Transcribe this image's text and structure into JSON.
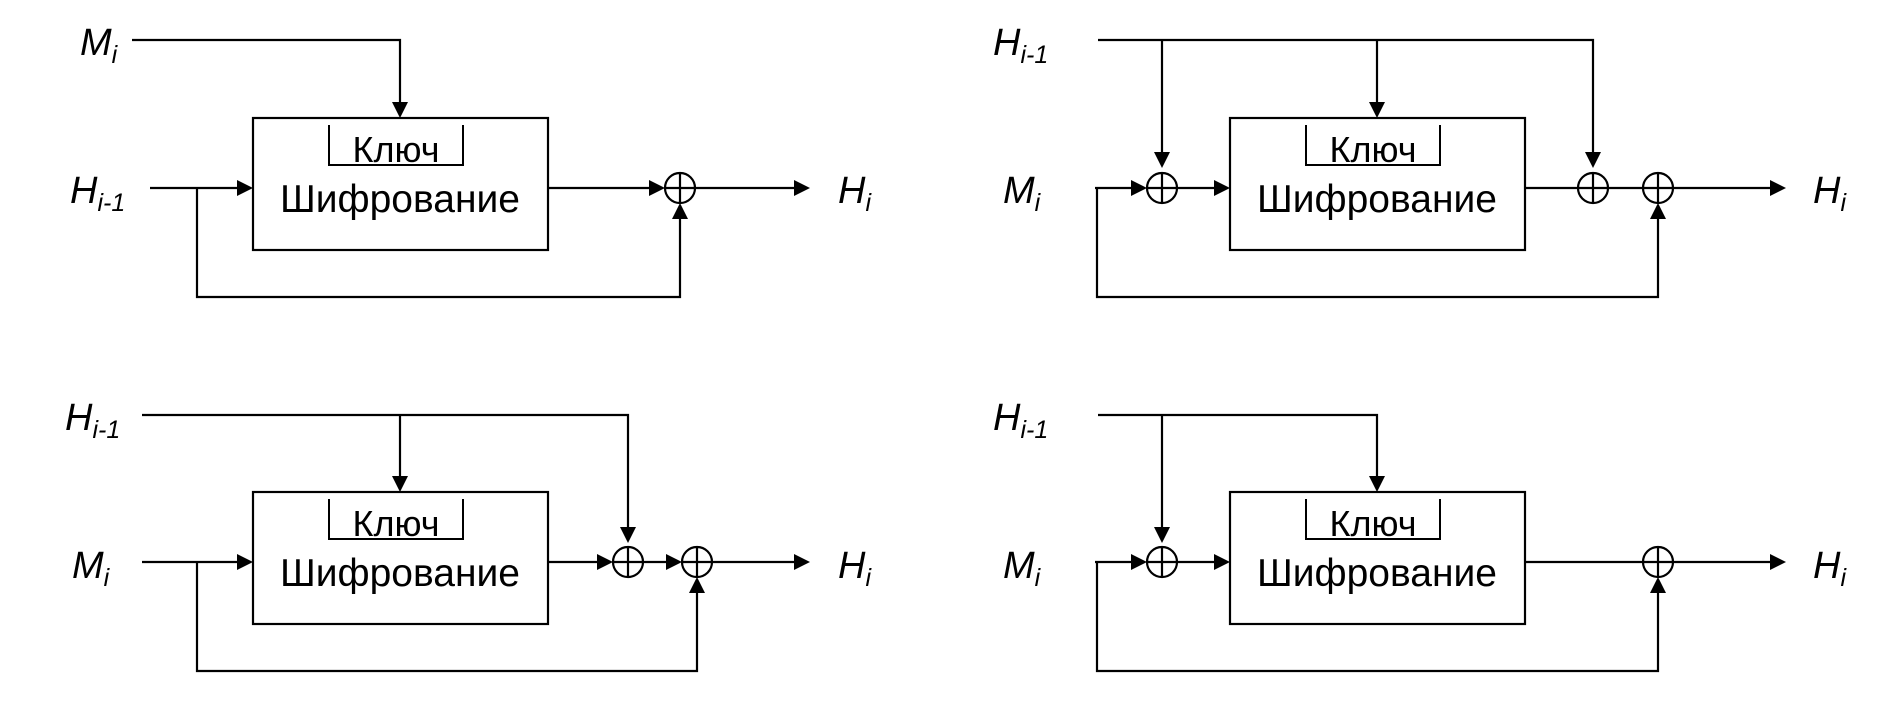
{
  "labels": {
    "M": "M",
    "H": "H",
    "sub_i": "i",
    "sub_prev": "i-1",
    "key": "Ключ",
    "encrypt": "Шифрование"
  }
}
